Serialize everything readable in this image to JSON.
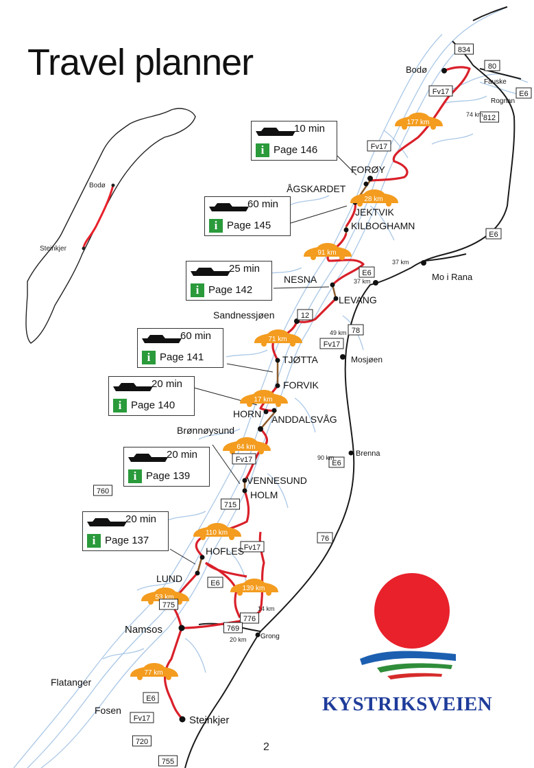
{
  "title": "Travel planner",
  "page_number": "2",
  "brand": {
    "name": "KYSTRIKSVEIEN",
    "color": "#1f3c9a",
    "sun": "#e8212b",
    "wave_blue": "#1c5fb0",
    "wave_green": "#2f8d3a",
    "wave_red": "#d62b2b"
  },
  "colors": {
    "route": "#d9202a",
    "road": "#1a1a1a",
    "car": "#f39c1f",
    "coast": "#a9c7e6",
    "info": "#2a9a3b"
  },
  "places": [
    {
      "id": "bodo",
      "name": "Bodø"
    },
    {
      "id": "fauske",
      "name": "Fauske"
    },
    {
      "id": "rognan",
      "name": "Rognan"
    },
    {
      "id": "forøy",
      "name": "FORØY"
    },
    {
      "id": "agskardet",
      "name": "ÅGSKARDET"
    },
    {
      "id": "jektvik",
      "name": "JEKTVIK"
    },
    {
      "id": "kilboghamn",
      "name": "KILBOGHAMN"
    },
    {
      "id": "nesna",
      "name": "NESNA"
    },
    {
      "id": "levang",
      "name": "LEVANG"
    },
    {
      "id": "moirana",
      "name": "Mo i Rana"
    },
    {
      "id": "sandnessjoen",
      "name": "Sandnessjøen"
    },
    {
      "id": "tjotta",
      "name": "TJØTTA"
    },
    {
      "id": "mosjoen",
      "name": "Mosjøen"
    },
    {
      "id": "forvik",
      "name": "FORVIK"
    },
    {
      "id": "horn",
      "name": "HORN"
    },
    {
      "id": "anddalsvag",
      "name": "ANDDALSVÅG"
    },
    {
      "id": "bronnoysund",
      "name": "Brønnøysund"
    },
    {
      "id": "brenna",
      "name": "Brenna"
    },
    {
      "id": "vennesund",
      "name": "VENNESUND"
    },
    {
      "id": "holm",
      "name": "HOLM"
    },
    {
      "id": "hofles",
      "name": "HOFLES"
    },
    {
      "id": "lund",
      "name": "LUND"
    },
    {
      "id": "namsos",
      "name": "Namsos"
    },
    {
      "id": "grong",
      "name": "Grong"
    },
    {
      "id": "flatanger",
      "name": "Flatanger"
    },
    {
      "id": "fosen",
      "name": "Fosen"
    },
    {
      "id": "steinkjer",
      "name": "Steinkjer"
    }
  ],
  "inset": {
    "top_label": "Bodø",
    "bottom_label": "Steinkjer"
  },
  "road_signs": [
    "834",
    "80",
    "E6",
    "812",
    "Fv17",
    "Fv17",
    "E6",
    "12",
    "Fv17",
    "78",
    "E6",
    "Fv17",
    "76",
    "Fv17",
    "E6",
    "776",
    "775",
    "769",
    "760",
    "715",
    "E6",
    "Fv17",
    "720",
    "755",
    "E6"
  ],
  "distances": [
    "74 km",
    "37 km",
    "37 km",
    "49 km",
    "90 km",
    "14 km",
    "20 km"
  ],
  "segments": [
    "177 km",
    "28 km",
    "91 km",
    "71 km",
    "17 km",
    "64 km",
    "110 km",
    "139 km",
    "53 km",
    "77 km"
  ],
  "ferries": [
    {
      "time": "10 min",
      "page": "Page 146"
    },
    {
      "time": "60 min",
      "page": "Page 145"
    },
    {
      "time": "25 min",
      "page": "Page 142"
    },
    {
      "time": "60 min",
      "page": "Page 141"
    },
    {
      "time": "20 min",
      "page": "Page 140"
    },
    {
      "time": "20 min",
      "page": "Page 139"
    },
    {
      "time": "20 min",
      "page": "Page 137"
    }
  ],
  "info_icon": "i"
}
